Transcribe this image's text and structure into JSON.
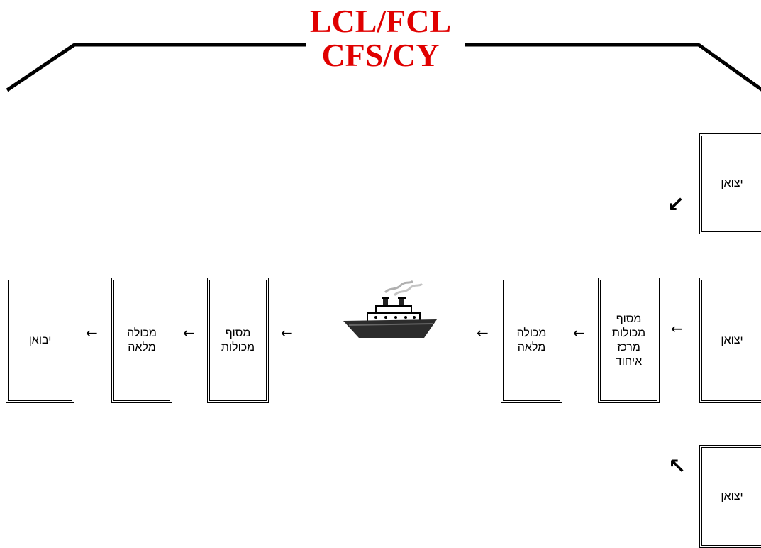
{
  "diagram": {
    "title_line1": "LCL/FCL",
    "title_line2": "CFS/CY",
    "accent_color": "#e00000",
    "boxes": {
      "importer": "יבואן",
      "full_container_import": "מכולה\nמלאה",
      "container_terminal_import": "מסוף\nמכולות",
      "full_container_export": "מכולה\nמלאה",
      "consolidation_terminal": "מסוף\nמכולות\nמרכז\nאיחוד",
      "exporter_top": "יצואן",
      "exporter_middle": "יצואן",
      "exporter_bottom": "יצואן"
    },
    "arrow_glyph": "←",
    "diag_arrow_top": "↙",
    "diag_arrow_bottom": "↖",
    "ship_icon": "ship-icon"
  }
}
